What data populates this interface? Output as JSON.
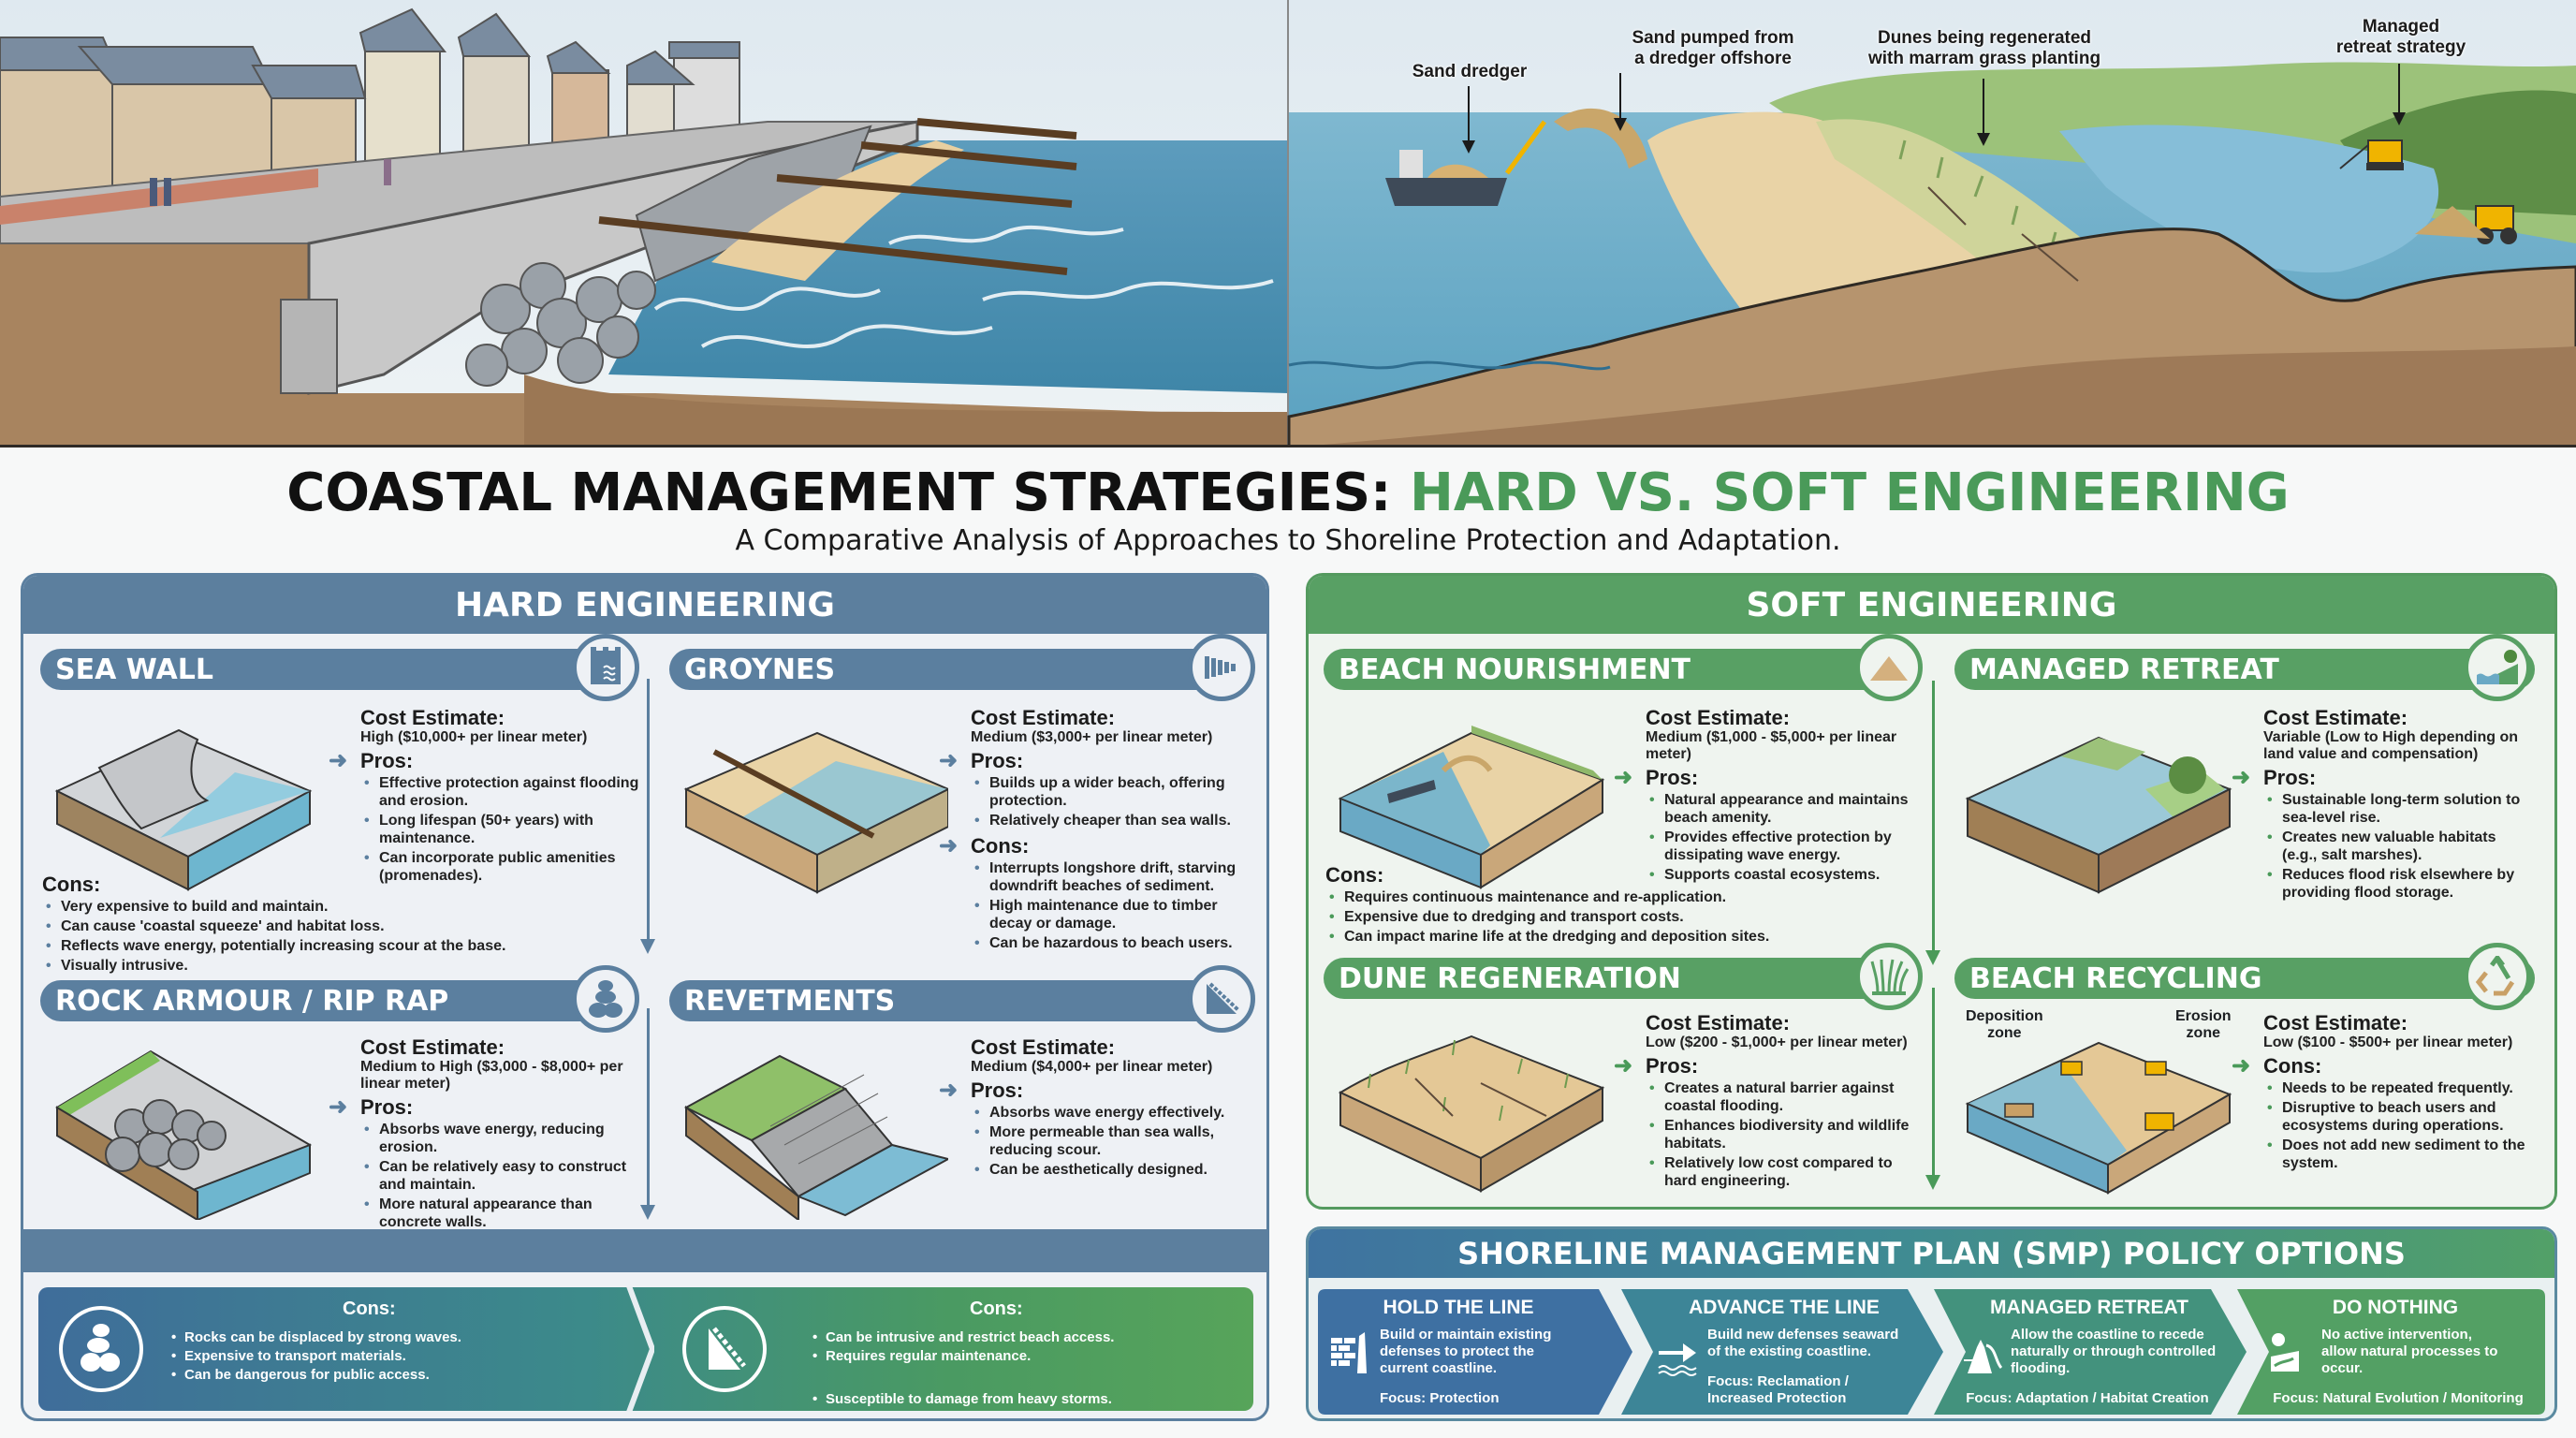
{
  "hero": {
    "annotations": [
      {
        "id": "sand-dredger",
        "text": "Sand dredger"
      },
      {
        "id": "sand-pumped",
        "text": "Sand pumped from\na dredger offshore"
      },
      {
        "id": "dunes-regenerated",
        "text": "Dunes being regenerated\nwith marram grass planting"
      },
      {
        "id": "managed-retreat",
        "text": "Managed\nretreat strategy"
      }
    ]
  },
  "title": {
    "main_dark": "COASTAL MANAGEMENT STRATEGIES: ",
    "main_green": "HARD VS. SOFT ENGINEERING",
    "subtitle": "A Comparative Analysis of Approaches to Shoreline Protection and Adaptation."
  },
  "colors": {
    "hard_blue": "#5b7f9f",
    "soft_green": "#58a064",
    "title_green": "#4a9a59",
    "background": "#f7f8f8"
  },
  "hard": {
    "header": "HARD ENGINEERING",
    "cards": [
      {
        "title": "SEA WALL",
        "icon": "sea-wall-icon",
        "cost_label": "Cost Estimate:",
        "cost": "High ($10,000+ per linear meter)",
        "pros_label": "Pros:",
        "pros": [
          "Effective protection against flooding and erosion.",
          "Long lifespan (50+ years) with maintenance.",
          "Can incorporate public amenities (promenades)."
        ],
        "cons_label": "Cons:",
        "cons": [
          "Very expensive to build and maintain.",
          "Can cause 'coastal squeeze' and habitat loss.",
          "Reflects wave energy, potentially increasing scour at the base.",
          "Visually intrusive."
        ]
      },
      {
        "title": "GROYNES",
        "icon": "groynes-icon",
        "cost_label": "Cost Estimate:",
        "cost": "Medium ($3,000+ per linear meter)",
        "pros_label": "Pros:",
        "pros": [
          "Builds up a wider beach, offering protection.",
          "Relatively cheaper than sea walls."
        ],
        "cons_label": "Cons:",
        "cons": [
          "Interrupts longshore drift, starving downdrift beaches of sediment.",
          "High maintenance due to timber decay or damage.",
          "Can be hazardous to beach users."
        ]
      },
      {
        "title": "ROCK ARMOUR / RIP RAP",
        "icon": "rock-stack-icon",
        "cost_label": "Cost Estimate:",
        "cost": "Medium to High ($3,000 - $8,000+ per linear meter)",
        "pros_label": "Pros:",
        "pros": [
          "Absorbs wave energy, reducing erosion.",
          "Can be relatively easy to construct and maintain.",
          "More natural appearance than concrete walls."
        ]
      },
      {
        "title": "REVETMENTS",
        "icon": "revetment-slope-icon",
        "cost_label": "Cost Estimate:",
        "cost": "Medium ($4,000+ per linear meter)",
        "pros_label": "Pros:",
        "pros": [
          "Absorbs wave energy effectively.",
          "More permeable than sea walls, reducing scour.",
          "Can be aesthetically designed."
        ]
      }
    ],
    "footer": [
      {
        "label": "Cons:",
        "icon": "rock-stack-icon",
        "items": [
          "Rocks can be displaced by strong waves.",
          "Expensive to transport materials.",
          "Can be dangerous for public access."
        ]
      },
      {
        "label": "Cons:",
        "icon": "revetment-slope-icon",
        "items": [
          "Can be intrusive and restrict beach access.",
          "Requires regular maintenance.",
          "Susceptible to damage from heavy storms."
        ]
      }
    ]
  },
  "soft": {
    "header": "SOFT ENGINEERING",
    "cards": [
      {
        "title": "BEACH NOURISHMENT",
        "icon": "sand-pile-icon",
        "cost_label": "Cost Estimate:",
        "cost": "Medium ($1,000 - $5,000+ per linear meter)",
        "pros_label": "Pros:",
        "pros": [
          "Natural appearance and maintains beach amenity.",
          "Provides effective protection by dissipating wave energy.",
          "Supports coastal ecosystems."
        ],
        "cons_label": "Cons:",
        "cons": [
          "Requires continuous maintenance and re-application.",
          "Expensive due to dredging and transport costs.",
          "Can impact marine life at the dredging and deposition sites."
        ]
      },
      {
        "title": "MANAGED RETREAT",
        "icon": "slope-tree-icon",
        "cost_label": "Cost Estimate:",
        "cost": "Variable (Low to High depending on land value and compensation)",
        "pros_label": "Pros:",
        "pros": [
          "Sustainable long-term solution to sea-level rise.",
          "Creates new valuable habitats (e.g., salt marshes).",
          "Reduces flood risk elsewhere by providing flood storage."
        ]
      },
      {
        "title": "DUNE REGENERATION",
        "icon": "marram-grass-icon",
        "cost_label": "Cost Estimate:",
        "cost": "Low ($200 - $1,000+ per linear meter)",
        "pros_label": "Pros:",
        "pros": [
          "Creates a natural barrier against coastal flooding.",
          "Enhances biodiversity and wildlife habitats.",
          "Relatively low cost compared to hard engineering."
        ]
      },
      {
        "title": "BEACH RECYCLING",
        "icon": "recycle-icon",
        "cost_label": "Cost Estimate:",
        "cost": "Low ($100 - $500+ per linear meter)",
        "cons_label": "Cons:",
        "cons": [
          "Needs to be repeated frequently.",
          "Disruptive to beach users and ecosystems during operations.",
          "Does not add new sediment to the system."
        ],
        "art_labels": {
          "deposition": "Deposition\nzone",
          "erosion": "Erosion\nzone"
        }
      }
    ]
  },
  "smp": {
    "header": "SHORELINE MANAGEMENT PLAN (SMP) POLICY OPTIONS",
    "options": [
      {
        "title": "HOLD THE LINE",
        "icon": "brick-wall-icon",
        "description": "Build or maintain existing defenses to protect the current coastline.",
        "focus": "Focus: Protection"
      },
      {
        "title": "ADVANCE THE LINE",
        "icon": "arrow-seaward-icon",
        "description": "Build new defenses seaward of the existing coastline.",
        "focus": "Focus: Reclamation / Increased Protection"
      },
      {
        "title": "MANAGED RETREAT",
        "icon": "receding-wave-icon",
        "description": "Allow the coastline to recede naturally or through controlled flooding.",
        "focus": "Focus: Adaptation / Habitat Creation"
      },
      {
        "title": "DO NOTHING",
        "icon": "natural-process-icon",
        "description": "No active intervention, allow natural processes to occur.",
        "focus": "Focus: Natural Evolution / Monitoring"
      }
    ]
  }
}
